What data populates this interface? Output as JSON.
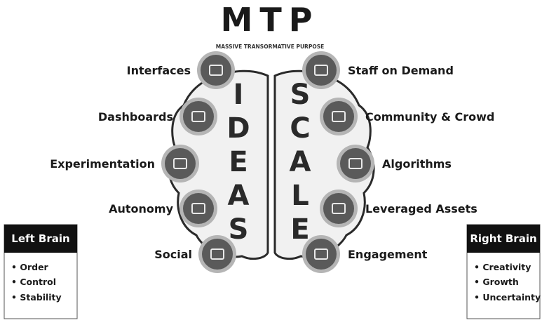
{
  "title": "MTP",
  "subtitle": "MASSIVE TRANSORMATIVE PURPOSE",
  "left": {
    "word": [
      "I",
      "D",
      "E",
      "A",
      "S"
    ],
    "items": [
      {
        "label": "Interfaces",
        "icon": "flowchart-icon"
      },
      {
        "label": "Dashboards",
        "icon": "dashboard-gauge-icon"
      },
      {
        "label": "Experimentation",
        "icon": "flask-icon"
      },
      {
        "label": "Autonomy",
        "icon": "fist-icon"
      },
      {
        "label": "Social",
        "icon": "chat-bubbles-icon"
      }
    ],
    "box": {
      "title": "Left Brain",
      "bullets": [
        "• Order",
        "• Control",
        "• Stability"
      ]
    }
  },
  "right": {
    "word": [
      "S",
      "C",
      "A",
      "L",
      "E"
    ],
    "items": [
      {
        "label": "Staff on Demand",
        "icon": "people-group-icon"
      },
      {
        "label": "Community & Crowd",
        "icon": "community-circle-icon"
      },
      {
        "label": "Algorithms",
        "icon": "code-brackets-icon"
      },
      {
        "label": "Leveraged Assets",
        "icon": "rental-building-icon"
      },
      {
        "label": "Engagement",
        "icon": "handshake-icon"
      }
    ],
    "box": {
      "title": "Right Brain",
      "bullets": [
        "• Creativity",
        "• Growth",
        "• Uncertainty"
      ]
    }
  },
  "colors": {
    "icon_circle": "#5a5a5a",
    "icon_ring": "#b5b5b5",
    "brain_fill": "#f1f1f1",
    "brain_outline": "#2a2a2a",
    "box_header": "#111111"
  }
}
